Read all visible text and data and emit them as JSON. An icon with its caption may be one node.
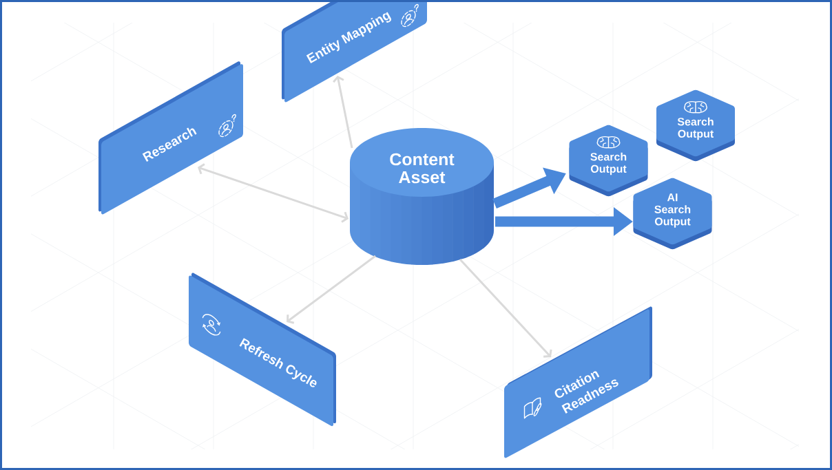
{
  "diagram": {
    "nodes": [
      {
        "text": [
          "Entity Mapping"
        ]
      },
      {
        "text": [
          "Research"
        ]
      },
      {
        "text": [
          "Content Asset"
        ]
      },
      {
        "text": [
          "Search Output"
        ]
      },
      {
        "text": [
          "Search Output"
        ]
      },
      {
        "text": [
          "AI Search Output"
        ]
      },
      {
        "text": [
          "Refresh Cycle"
        ]
      },
      {
        "text": [
          "Citation Readness"
        ]
      }
    ],
    "edges": [
      {
        "from": 2,
        "to": 0,
        "arrow": "to"
      },
      {
        "from": 2,
        "to": 1,
        "arrow": "both"
      },
      {
        "from": 2,
        "to": 4,
        "arrow": "to",
        "style": "thick",
        "color": "#4a88da"
      },
      {
        "from": 2,
        "to": 5,
        "arrow": "to",
        "style": "thick",
        "color": "#4a88da"
      },
      {
        "from": 2,
        "to": 6,
        "arrow": "to"
      },
      {
        "from": 2,
        "to": 7,
        "arrow": "to"
      }
    ]
  }
}
